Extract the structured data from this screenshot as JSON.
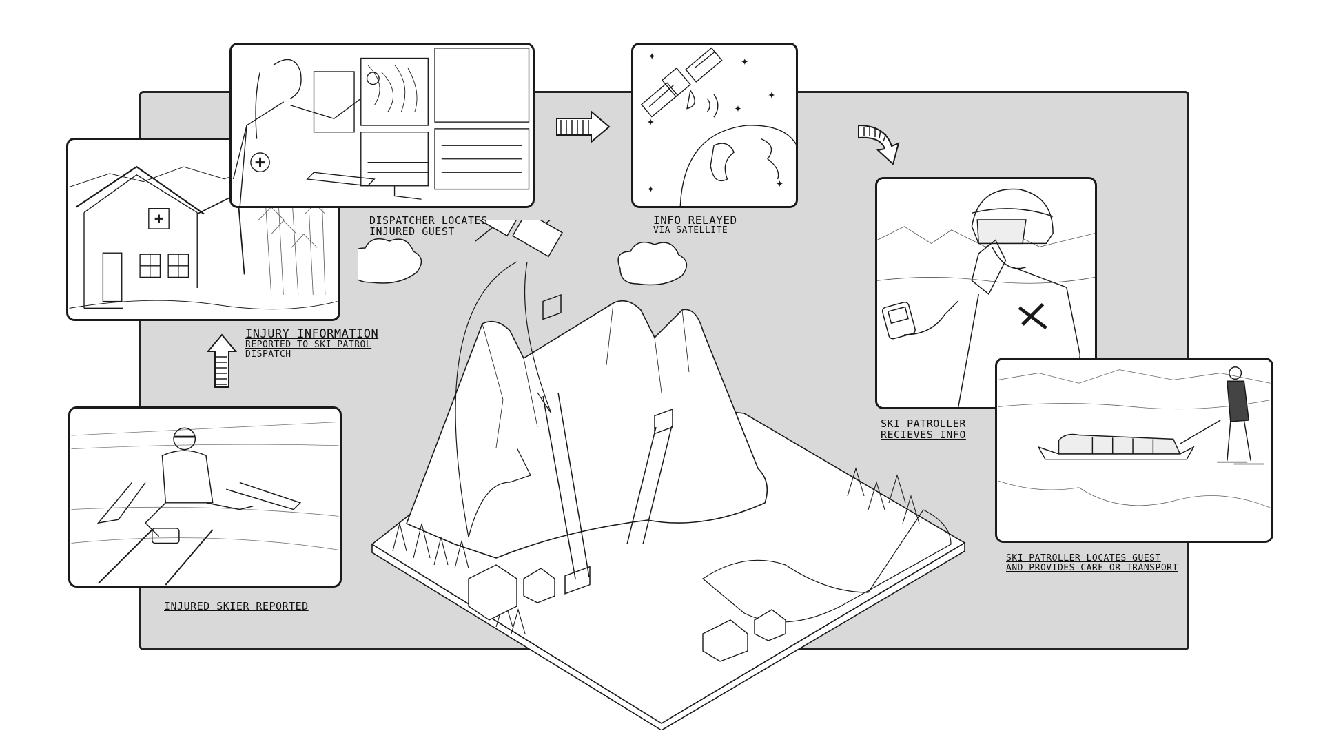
{
  "steps": {
    "injured_skier": {
      "caption": "INJURED SKIER REPORTED"
    },
    "report": {
      "line1": "INJURY INFORMATION",
      "line2": "REPORTED TO SKI PATROL",
      "line3": "DISPATCH"
    },
    "dispatcher": {
      "line1": "DISPATCHER LOCATES",
      "line2": "INJURED GUEST"
    },
    "satellite": {
      "line1": "INFO RELAYED",
      "line2": "VIA SATELLITE"
    },
    "patroller_receives": {
      "line1": "SKI PATROLLER",
      "line2": "RECIEVES INFO"
    },
    "patroller_locates": {
      "line1": "SKI PATROLLER LOCATES GUEST",
      "line2": "AND PROVIDES CARE OR TRANSPORT"
    }
  },
  "colors": {
    "backdrop": "#d9d9d9",
    "ink": "#1a1a1a",
    "panel": "#ffffff"
  },
  "icons": [
    "cross-icon",
    "satellite-icon",
    "cloud-icon",
    "arrow-up-icon",
    "arrow-right-icon",
    "arrow-curve-icon",
    "tree-icon",
    "lodge-icon",
    "lift-tower-icon"
  ]
}
